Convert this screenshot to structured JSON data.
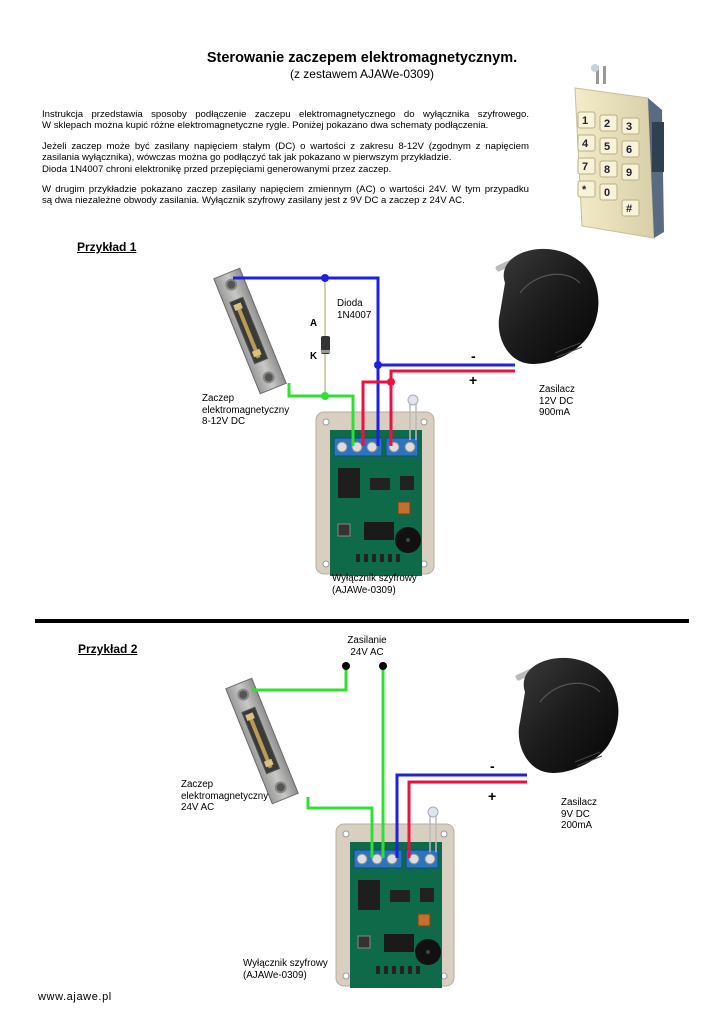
{
  "header": {
    "title": "Sterowanie zaczepem elektromagnetycznym.",
    "subtitle": "(z zestawem AJAWe-0309)"
  },
  "intro": {
    "p1": [
      "Instrukcja przedstawia sposoby podłączenie zaczepu elektromagnetycznego do wyłącznika szyfrowego.",
      "W sklepach można kupić różne elektromagnetyczne rygle. Poniżej pokazano dwa schematy podłączenia."
    ],
    "p2": [
      "Jeżeli zaczep może być zasilany napięciem stałym (DC) o wartości z zakresu 8-12V (zgodnym z napięciem",
      "zasilania wyłącznika), wówczas można go podłączyć tak jak pokazano w pierwszym przykładzie.",
      "Dioda 1N4007 chroni elektronikę przed przepięciami generowanymi przez zaczep."
    ],
    "p3": [
      "W drugim przykładzie pokazano zaczep zasilany napięciem zmiennym (AC) o wartości 24V. W tym przypadku",
      "są dwa niezależne obwody zasilania. Wyłącznik szyfrowy zasilany jest z 9V DC a zaczep z 24V AC."
    ]
  },
  "keypad": {
    "keys": [
      "1",
      "2",
      "3",
      "4",
      "5",
      "6",
      "7",
      "8",
      "9",
      "*",
      "0",
      "#"
    ]
  },
  "example1": {
    "heading": "Przykład 1",
    "strike_label": [
      "Zaczep",
      "elektromagnetyczny",
      "8-12V  DC"
    ],
    "diode_label": [
      "Dioda",
      "1N4007"
    ],
    "anode": "A",
    "cathode": "K",
    "minus": "-",
    "plus": "+",
    "psu_label": [
      "Zasilacz",
      "12V DC",
      "900mA"
    ],
    "controller_label": [
      "Wyłącznik szyfrowy",
      "(AJAWe-0309)"
    ]
  },
  "example2": {
    "heading": "Przykład 2",
    "supply_label": [
      "Zasilanie",
      "24V AC"
    ],
    "strike_label": [
      "Zaczep",
      "elektromagnetyczny",
      "24V  AC"
    ],
    "minus": "-",
    "plus": "+",
    "psu_label": [
      "Zasilacz",
      "9V DC",
      "200mA"
    ],
    "controller_label": [
      "Wyłącznik szyfrowy",
      "(AJAWe-0309)"
    ]
  },
  "colors": {
    "wire_negative": "#2020e0",
    "wire_positive": "#ee1040",
    "wire_strike": "#30e030"
  },
  "footer": {
    "url": "www.ajawe.pl"
  }
}
